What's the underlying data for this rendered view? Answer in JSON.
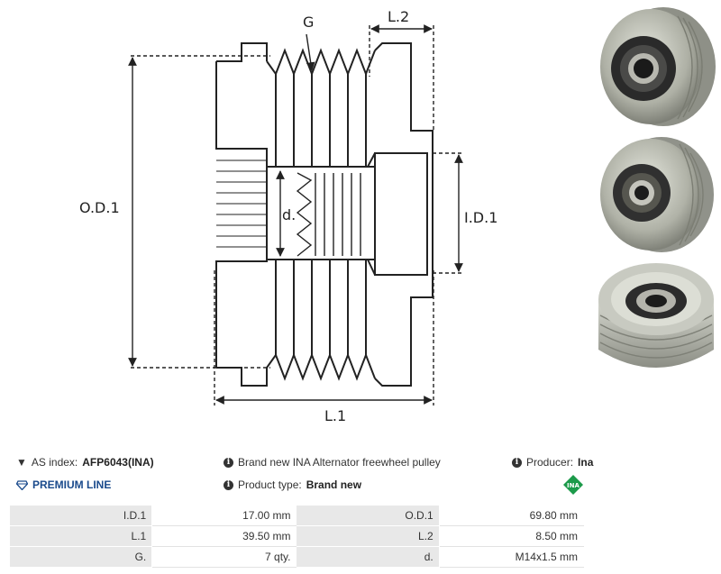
{
  "diagram": {
    "label_g": "G",
    "label_l2": "L.2",
    "label_od1": "O.D.1",
    "label_id1": "I.D.1",
    "label_d": "d.",
    "label_l1": "L.1"
  },
  "info": {
    "as_index_label": "AS index:",
    "as_index_value": "AFP6043(INA)",
    "premium_line": "PREMIUM LINE",
    "description": "Brand new INA Alternator freewheel pulley",
    "product_type_label": "Product type:",
    "product_type_value": "Brand new",
    "producer_label": "Producer:",
    "producer_value": "Ina",
    "brand_logo": "INA"
  },
  "specs": [
    {
      "l1": "I.D.1",
      "v1": "17.00 mm",
      "l2": "O.D.1",
      "v2": "69.80 mm"
    },
    {
      "l1": "L.1",
      "v1": "39.50 mm",
      "l2": "L.2",
      "v2": "8.50 mm"
    },
    {
      "l1": "G.",
      "v1": "7 qty.",
      "l2": "d.",
      "v2": "M14x1.5 mm"
    }
  ]
}
